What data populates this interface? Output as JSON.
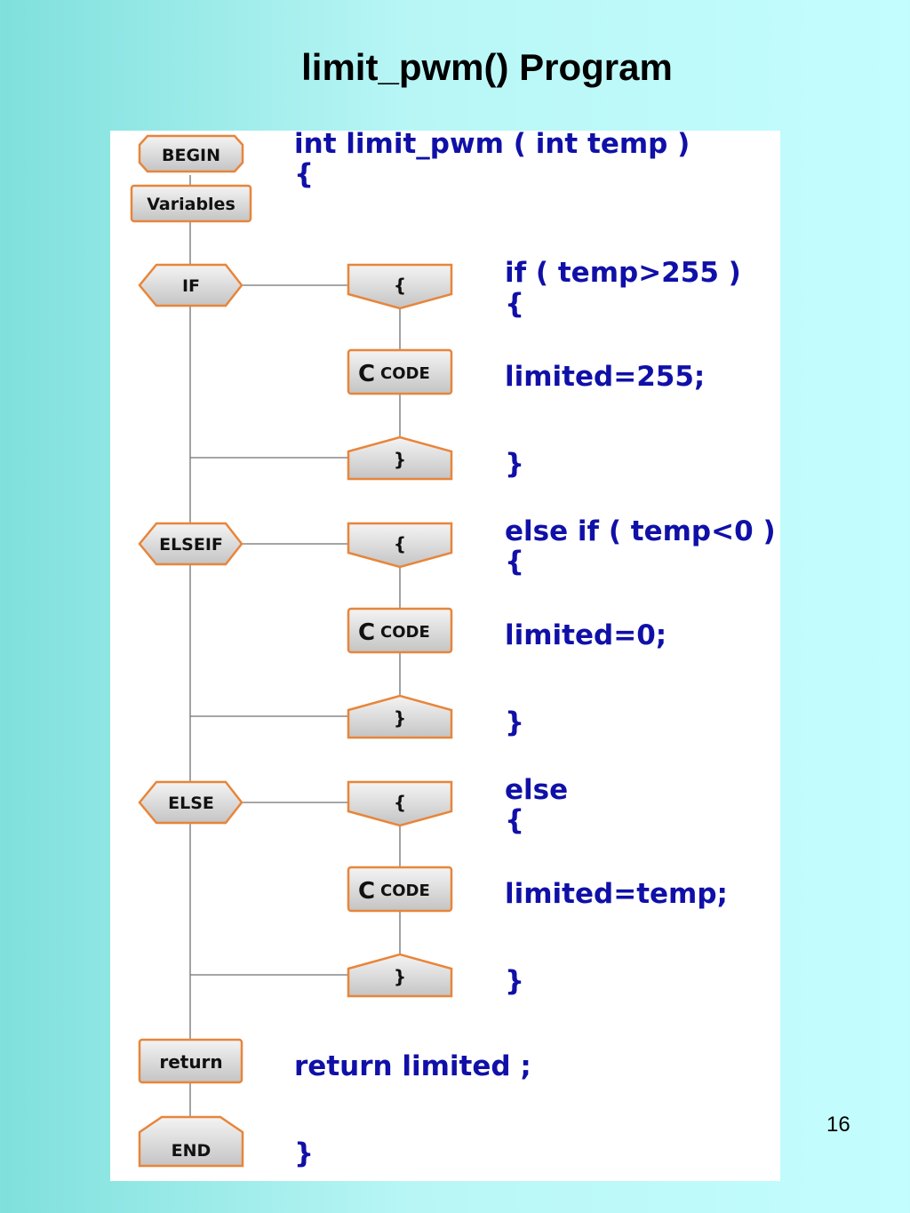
{
  "slide": {
    "title": "limit_pwm() Program",
    "page_number": "16"
  },
  "flowchart": {
    "nodes": {
      "begin": "BEGIN",
      "variables": "Variables",
      "if": "IF",
      "elseif": "ELSEIF",
      "else": "ELSE",
      "return": "return",
      "end": "END",
      "open_brace": "{",
      "close_brace": "}",
      "code": "CODE"
    }
  },
  "code": {
    "signature": "int limit_pwm ( int temp )",
    "open_fn": "{",
    "if_cond": "if ( temp>255 )",
    "if_open": "{",
    "if_body": "limited=255;",
    "if_close": "}",
    "elseif_cond": "else if ( temp<0 )",
    "elseif_open": "{",
    "elseif_body": "limited=0;",
    "elseif_close": "}",
    "else_kw": "else",
    "else_open": "{",
    "else_body": "limited=temp;",
    "else_close": "}",
    "return_stmt": "return limited ;",
    "close_fn": "}"
  },
  "colors": {
    "shape_fill": "#d8d8d8",
    "shape_stroke": "#e8853a",
    "code_text": "#1010a8",
    "connector": "#707070"
  }
}
